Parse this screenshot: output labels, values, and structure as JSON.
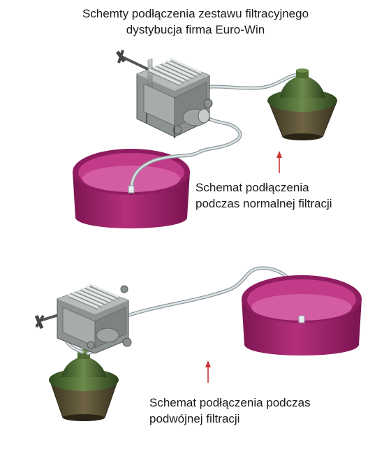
{
  "title": {
    "line1": "Schemty podłączenia zestawu filtracyjnego",
    "line2": "dystybucja firma Euro-Win"
  },
  "caption_normal": {
    "line1": "Schemat podłączenia",
    "line2": "podczas normalnej filtracji"
  },
  "caption_double": {
    "line1": "Schemat podłączenia podczas",
    "line2": "podwójnej filtracji"
  },
  "colors": {
    "tub": "#a8266e",
    "tub_dark": "#7d1550",
    "tub_inner": "#c83d8e",
    "tub_liquid": "#d45aa3",
    "demijohn": "#3f5a2a",
    "demijohn_basket": "#5c5238",
    "hose": "#b9c2c6",
    "filter": "#9aa0a0",
    "arrow": "#cc3333"
  },
  "icons": [
    "filter-press-icon",
    "tub-icon",
    "demijohn-icon",
    "hose-icon",
    "flow-arrow-icon"
  ]
}
